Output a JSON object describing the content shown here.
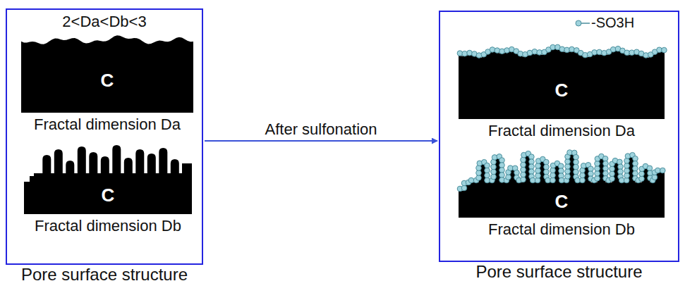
{
  "diagram": {
    "nodes": [
      {
        "text": [
          "2<Da<Db<3",
          "Pore surface structure"
        ]
      },
      {
        "text": [
          "C",
          "Fractal dimension Da"
        ],
        "in": 0
      },
      {
        "text": [
          "C",
          "Fractal dimension Db"
        ],
        "in": 0
      },
      {
        "text": [
          "Pore surface structure"
        ]
      },
      {
        "text": [
          "C",
          "Fractal dimension Da"
        ],
        "in": 3
      },
      {
        "text": [
          "C",
          "Fractal dimension Db"
        ],
        "in": 3
      }
    ],
    "edges": [
      {
        "from": 0,
        "to": 3,
        "arrow": "to",
        "label": "After sulfonation"
      }
    ],
    "legend": [
      {
        "text": "-SO3H"
      }
    ]
  }
}
